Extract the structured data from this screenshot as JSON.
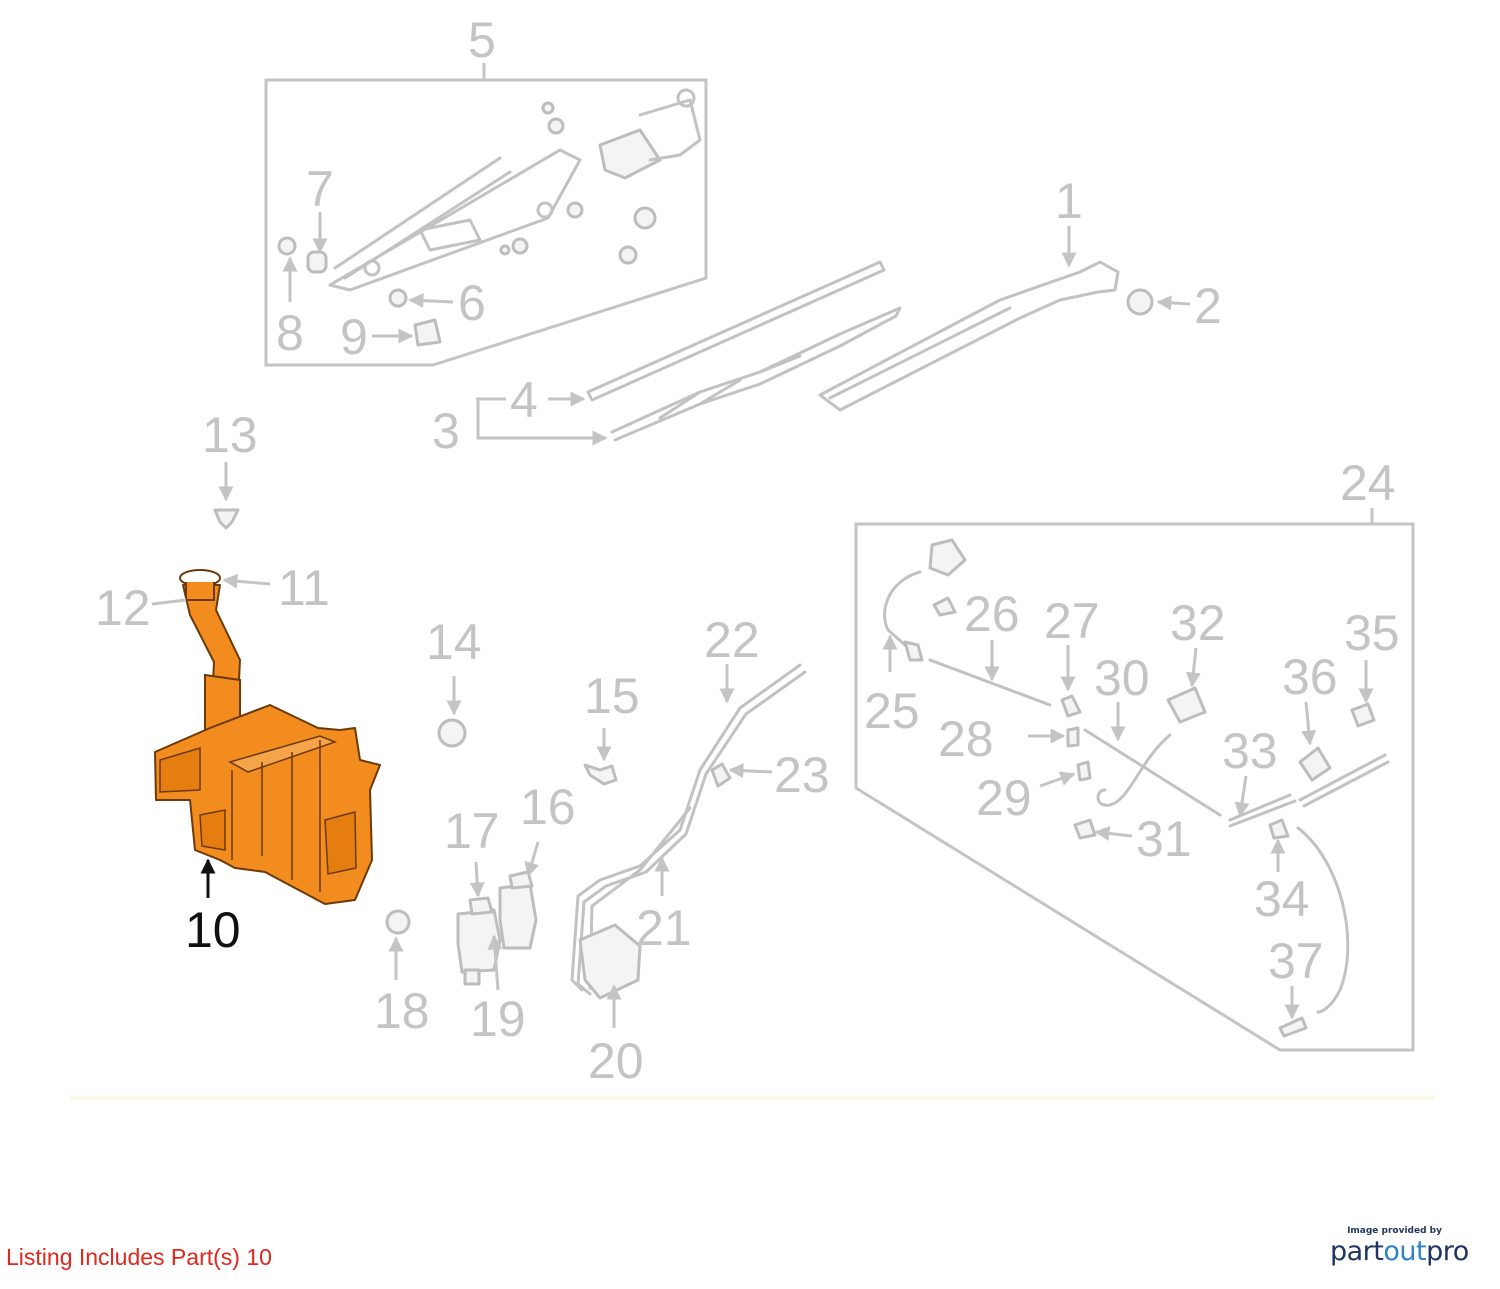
{
  "callouts": {
    "c1": "1",
    "c2": "2",
    "c3": "3",
    "c4": "4",
    "c5": "5",
    "c6": "6",
    "c7": "7",
    "c8": "8",
    "c9": "9",
    "c10": "10",
    "c11": "11",
    "c12": "12",
    "c13": "13",
    "c14": "14",
    "c15": "15",
    "c16": "16",
    "c17": "17",
    "c18": "18",
    "c19": "19",
    "c20": "20",
    "c21": "21",
    "c22": "22",
    "c23": "23",
    "c24": "24",
    "c25": "25",
    "c26": "26",
    "c27": "27",
    "c28": "28",
    "c29": "29",
    "c30": "30",
    "c31": "31",
    "c32": "32",
    "c33": "33",
    "c34": "34",
    "c35": "35",
    "c36": "36",
    "c37": "37"
  },
  "highlighted_part": "10",
  "colors": {
    "highlight": "#f28c1e",
    "highlight_dark": "#d8700c",
    "caption": "#e0261d",
    "parts_gray": "#c4c4c4"
  },
  "caption": {
    "listing": "Listing Includes Part(s) 10"
  },
  "credit": {
    "provided_by": "Image provided by",
    "logo_part1": "part",
    "logo_part2": "out",
    "logo_part3": "pro"
  }
}
